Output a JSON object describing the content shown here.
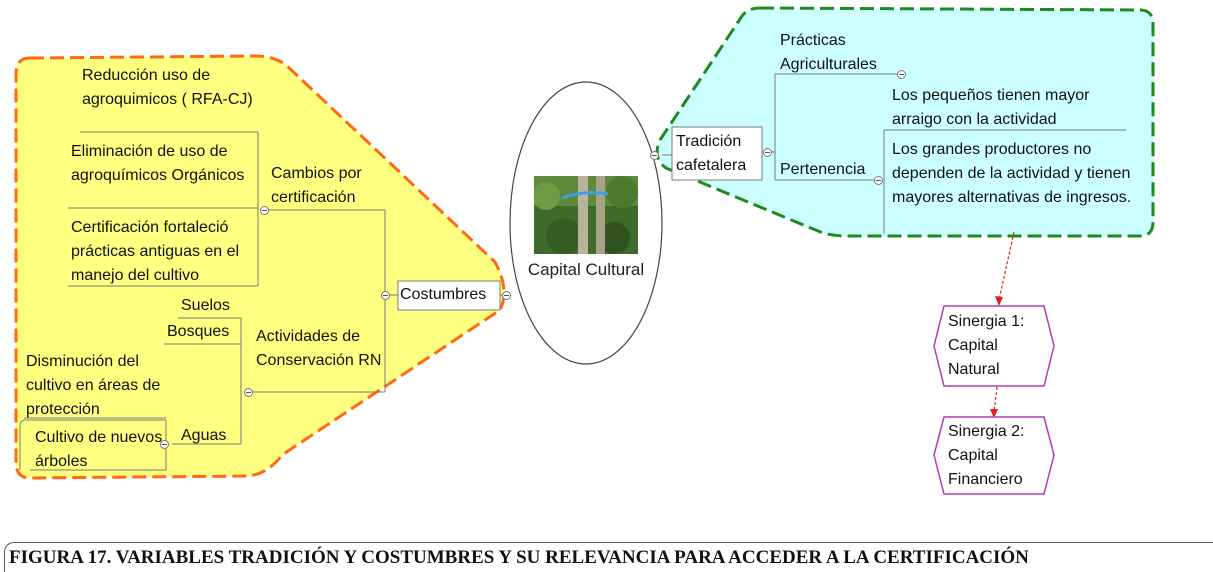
{
  "center": {
    "label": "Capital Cultural"
  },
  "left": {
    "root": "Costumbres",
    "cambios": "Cambios por certificación",
    "reduccion": "Reducción uso de agroquimicos ( RFA-CJ)",
    "eliminacion": "Eliminación de uso de agroquímicos Orgánicos",
    "certificacion": "Certificación fortaleció prácticas antiguas en el manejo del cultivo",
    "actividades": "Actividades de Conservación RN",
    "suelos": "Suelos",
    "bosques": "Bosques",
    "aguas": "Aguas",
    "disminucion": "Disminución del cultivo en áreas de protección",
    "cultivo": "Cultivo de nuevos árboles"
  },
  "right": {
    "root": "Tradición cafetalera",
    "practicas": "Prácticas Agriculturales",
    "pertenencia": "Pertenencia",
    "pequenos": "Los pequeños tienen mayor arraigo con la actividad",
    "grandes": "Los grandes productores no dependen de la actividad y tienen mayores alternativas de ingresos."
  },
  "synergies": [
    {
      "label": "Sinergia 1: Capital Natural"
    },
    {
      "label": "Sinergia 2: Capital Financiero"
    }
  ],
  "caption": "FIGURA 17. VARIABLES TRADICIÓN Y COSTUMBRES Y SU RELEVANCIA PARA ACCEDER A LA CERTIFICACIÓN",
  "colors": {
    "left_fill": "#ffff80",
    "left_border": "#ff6a13",
    "right_fill": "#ccffff",
    "right_border": "#1f8a1f",
    "hex_border": "#b23cb2",
    "arrow": "#e02020"
  }
}
